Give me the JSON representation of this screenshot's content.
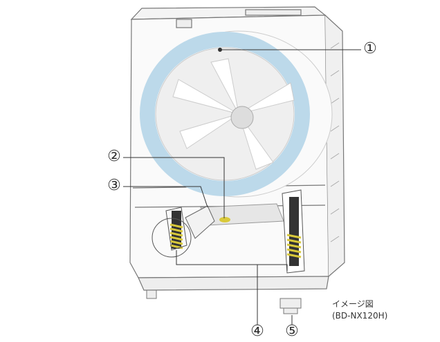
{
  "callouts": [
    {
      "id": "1",
      "label": "①"
    },
    {
      "id": "2",
      "label": "②"
    },
    {
      "id": "3",
      "label": "③"
    },
    {
      "id": "4",
      "label": "④"
    },
    {
      "id": "5",
      "label": "⑤"
    }
  ],
  "caption": {
    "line1": "イメージ図",
    "line2": "(BD-NX120H)"
  },
  "colors": {
    "drum_ring": "#bcd9ea",
    "spring": "#d9c93a",
    "outline": "#555555"
  }
}
